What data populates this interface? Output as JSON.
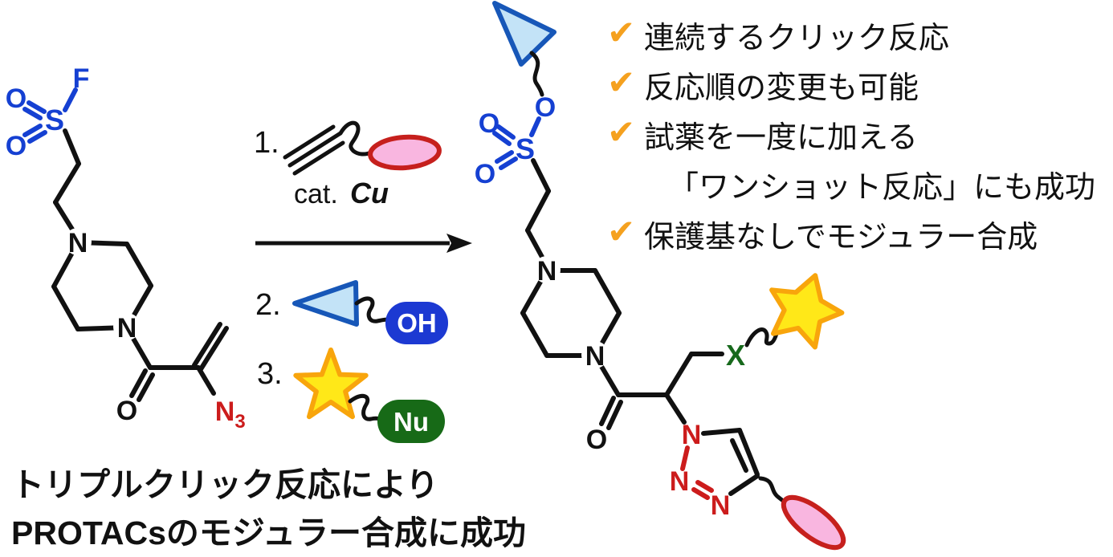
{
  "figure": {
    "kind": "reaction-scheme",
    "description": "Triple click reaction scheme for modular PROTAC synthesis"
  },
  "colors": {
    "heteroatom_blue": "#1540d2",
    "azide_red": "#cc1c1c",
    "x_green": "#17691c",
    "bond_black": "#111111",
    "check_orange": "#f5a11f",
    "star_fill": "#ffe818",
    "star_stroke": "#f8a50c",
    "triangle_fill": "#c3e3f7",
    "triangle_stroke": "#1757b8",
    "oval_fill": "#f9b6e0",
    "oval_stroke": "#c6201d",
    "oh_pill_fill": "#1c39d2",
    "nu_pill_fill": "#176a17"
  },
  "steps": {
    "one": "1.",
    "two": "2.",
    "three": "3."
  },
  "catalyst": {
    "cat": "cat.",
    "metal": "Cu"
  },
  "atom_labels": {
    "f": "F",
    "o": "O",
    "s": "S",
    "n": "N",
    "azide_n": "N",
    "azide_sub": "3",
    "x": "X"
  },
  "tags": {
    "oh": "OH",
    "nu": "Nu"
  },
  "checklist": {
    "check_icon": "✔",
    "items": [
      {
        "text": "連続するクリック反応",
        "check": true
      },
      {
        "text": "反応順の変更も可能",
        "check": true
      },
      {
        "text": "試薬を一度に加える",
        "check": true
      },
      {
        "text": "「ワンショット反応」にも成功",
        "check": false
      },
      {
        "text": "保護基なしでモジュラー合成",
        "check": true
      }
    ]
  },
  "caption": {
    "line1": "トリプルクリック反応により",
    "line2": "PROTACsのモジュラー合成に成功"
  }
}
